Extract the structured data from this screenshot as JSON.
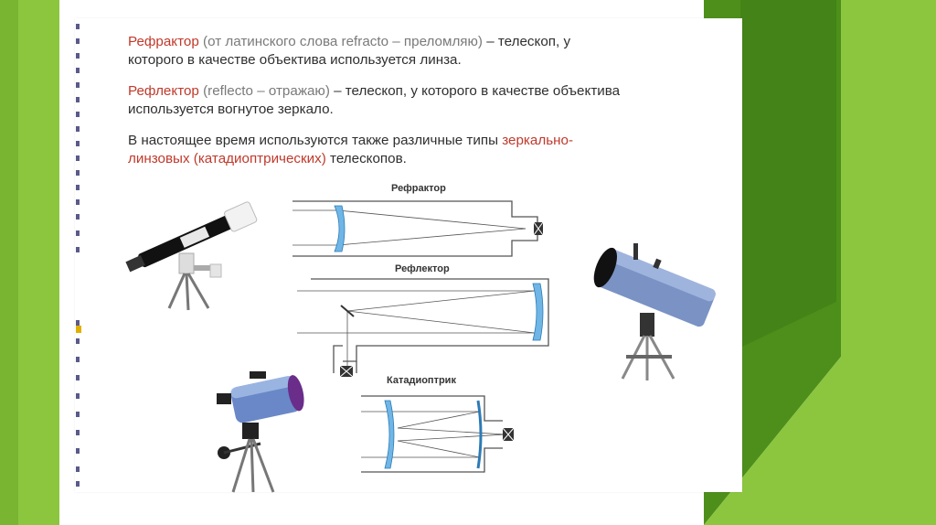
{
  "paragraphs": {
    "refractor": {
      "term": "Рефрактор",
      "note": "(от латинского слова refracto – преломляю)",
      "line1_rest": "– телескоп, у",
      "line2": "которого в качестве объектива используется линза."
    },
    "reflector": {
      "term": "Рефлектор",
      "note": "(reflecto – отражаю)",
      "line1_rest": "– телескоп, у которого в качестве объектива",
      "line2": "используется вогнутое зеркало."
    },
    "catadioptric": {
      "line1_start": "В настоящее время используются также различные типы",
      "term_part1": "зеркально-",
      "term_part2": "линзовых (катадиоптрических)",
      "line2_end": "телескопов."
    }
  },
  "diagrams": {
    "refractor_label": "Рефрактор",
    "reflector_label": "Рефлектор",
    "catadioptric_label": "Катадиоптрик"
  },
  "colors": {
    "green_light": "#8cc63f",
    "green_dark": "#4e8f1c",
    "term_red": "#c0392b",
    "lens_blue": "#6fb6e6"
  }
}
